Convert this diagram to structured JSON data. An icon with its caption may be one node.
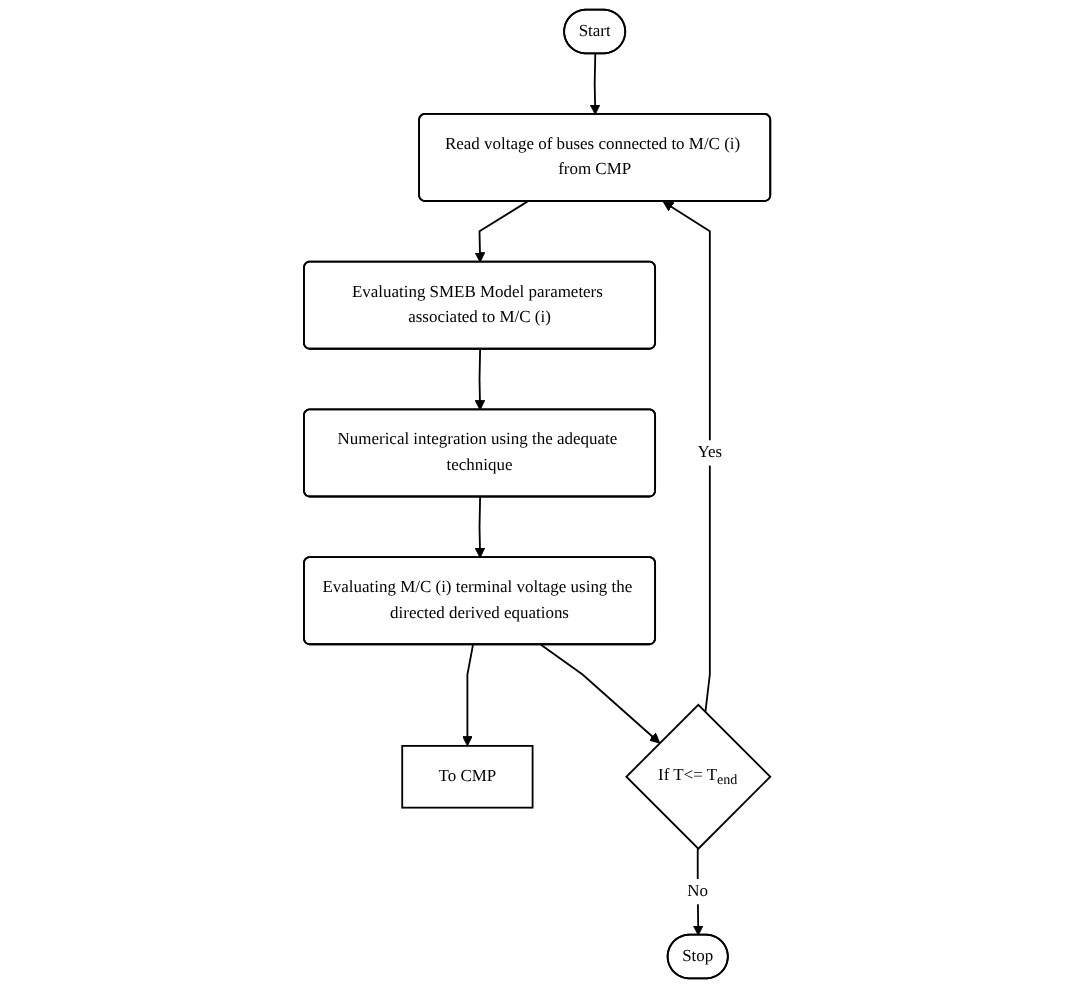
{
  "diagram": {
    "nodes": [
      {
        "text": [
          "Start"
        ]
      },
      {
        "text": [
          "Read voltage of buses connected to M/C (i) from CMP"
        ]
      },
      {
        "text": [
          "Evaluating SMEB Model parameters associated to M/C (i)"
        ]
      },
      {
        "text": [
          "Numerical integration using the adequate technique"
        ]
      },
      {
        "text": [
          "Evaluating M/C (i) terminal voltage using the directed derived equations"
        ]
      },
      {
        "text": [
          "To CMP"
        ]
      },
      {
        "text": [
          "If T<= T$_{end}$"
        ]
      },
      {
        "text": [
          "Stop"
        ]
      }
    ],
    "edges": [
      {
        "from": 0,
        "to": 1,
        "arrow": "to"
      },
      {
        "from": 1,
        "to": 2,
        "arrow": "to"
      },
      {
        "from": 2,
        "to": 3,
        "arrow": "to"
      },
      {
        "from": 3,
        "to": 4,
        "arrow": "to"
      },
      {
        "from": 4,
        "to": 5,
        "arrow": "to"
      },
      {
        "from": 4,
        "to": 6,
        "arrow": "to"
      },
      {
        "from": 6,
        "to": 1,
        "label": "Yes",
        "arrow": "to"
      },
      {
        "from": 6,
        "to": 7,
        "label": "No",
        "arrow": "to"
      }
    ]
  }
}
